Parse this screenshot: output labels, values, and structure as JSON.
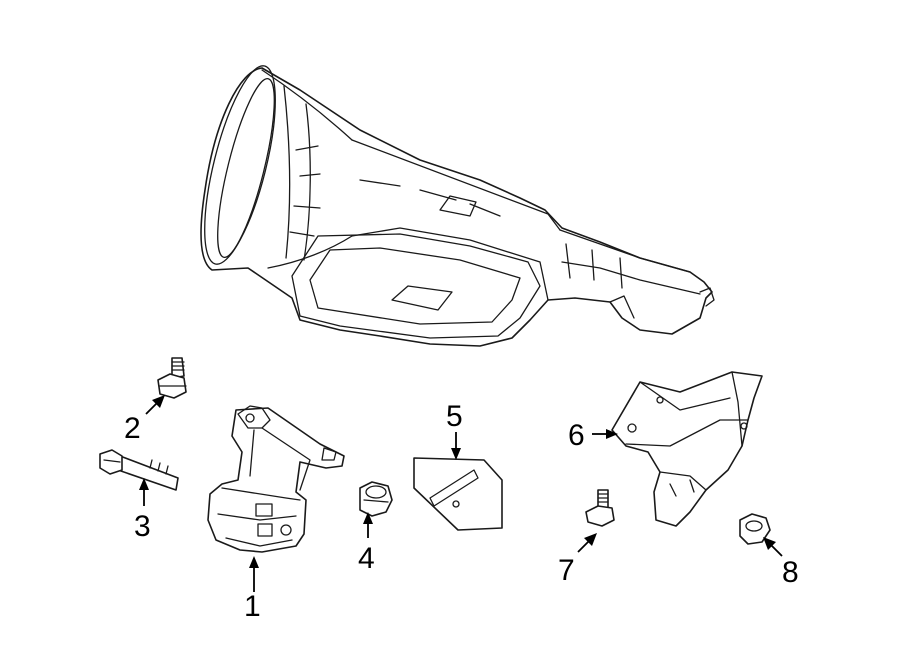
{
  "diagram": {
    "callouts": [
      {
        "id": "1",
        "label": "1",
        "part": "transmission-mount"
      },
      {
        "id": "2",
        "label": "2",
        "part": "mount-bolt-short"
      },
      {
        "id": "3",
        "label": "3",
        "part": "mount-bolt-long"
      },
      {
        "id": "4",
        "label": "4",
        "part": "mount-nut"
      },
      {
        "id": "5",
        "label": "5",
        "part": "mount-plate"
      },
      {
        "id": "6",
        "label": "6",
        "part": "crossmember-bracket"
      },
      {
        "id": "7",
        "label": "7",
        "part": "bracket-bolt"
      },
      {
        "id": "8",
        "label": "8",
        "part": "bracket-nut"
      }
    ],
    "colors": {
      "line": "#1a1a1a",
      "background": "#ffffff"
    }
  }
}
